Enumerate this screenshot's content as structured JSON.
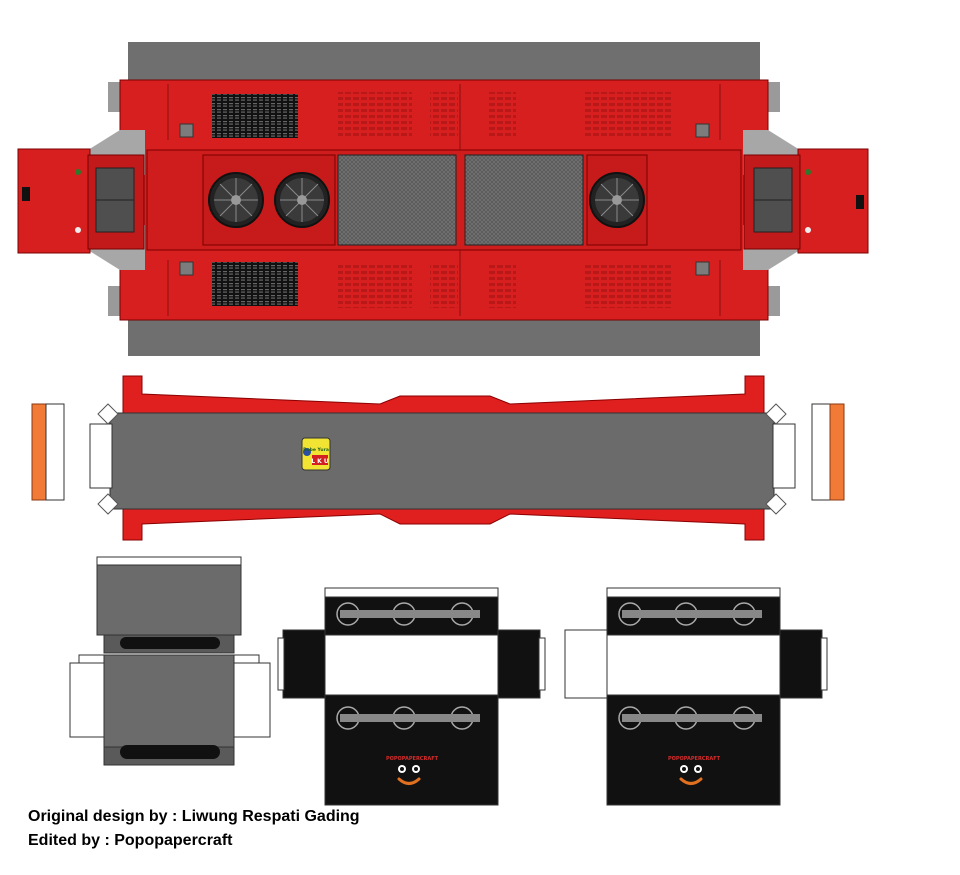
{
  "credits": {
    "original": "Original design by : Liwung Respati Gading",
    "edited": "Edited by : Popopapercraft"
  },
  "brand": "POPOPAPERCRAFT",
  "logo_badge": [
    "Bebe Yura",
    "L K U"
  ],
  "colors": {
    "body_red": "#d81f1f",
    "dark_red": "#a51010",
    "roof_grey": "#686868",
    "edge_grey": "#6f6f6f",
    "dark_panel": "#4f4f4f",
    "bogie_black": "#0c0c0c",
    "light_orange": "#f07a36"
  },
  "icons": [
    "radiator-fan-icon",
    "smile-face-icon",
    "bogie-wheel-icon"
  ]
}
